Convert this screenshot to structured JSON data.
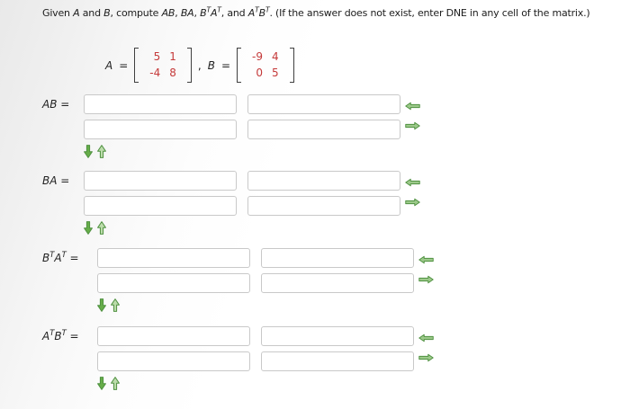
{
  "colors": {
    "text": "#1f1f1f",
    "matrix_number_red": "#c53a3a",
    "arrow_green_fill": "#9cc98a",
    "arrow_green_dark": "#66ad49",
    "arrow_up_fill": "#bcdcab",
    "arrow_green_stroke": "#4f9140",
    "input_border": "#c9c9c9",
    "bracket_color": "#3f3f3f"
  },
  "title": {
    "parts": [
      {
        "text": "Given ",
        "style": "normal"
      },
      {
        "text": "A",
        "style": "var"
      },
      {
        "text": " and ",
        "style": "normal"
      },
      {
        "text": "B",
        "style": "var"
      },
      {
        "text": ", compute ",
        "style": "normal"
      },
      {
        "text": "AB",
        "style": "var"
      },
      {
        "text": ", ",
        "style": "normal"
      },
      {
        "text": "BA",
        "style": "var"
      },
      {
        "text": ", ",
        "style": "normal"
      },
      {
        "text": "B",
        "style": "var"
      },
      {
        "text": "T",
        "style": "sup"
      },
      {
        "text": "A",
        "style": "var"
      },
      {
        "text": "T",
        "style": "sup"
      },
      {
        "text": ", and ",
        "style": "normal"
      },
      {
        "text": "A",
        "style": "var"
      },
      {
        "text": "T",
        "style": "sup"
      },
      {
        "text": "B",
        "style": "var"
      },
      {
        "text": "T",
        "style": "sup"
      },
      {
        "text": ". (If the answer does not exist, enter DNE in any cell of the matrix.)",
        "style": "normal"
      }
    ]
  },
  "given": {
    "matrix_a": {
      "name": "A",
      "eq": "=",
      "rows": [
        [
          "5",
          "1"
        ],
        [
          "-4",
          "8"
        ]
      ]
    },
    "separator": ",",
    "matrix_b": {
      "name": "B",
      "eq": "=",
      "rows": [
        [
          "-9",
          "4"
        ],
        [
          "0",
          "5"
        ]
      ]
    }
  },
  "sections": [
    {
      "key": "ab",
      "label_parts": [
        {
          "text": "A",
          "style": "var"
        },
        {
          "text": "B",
          "style": "var"
        },
        {
          "text": " = ",
          "style": "normal"
        }
      ],
      "cells": [
        [
          "",
          ""
        ],
        [
          "",
          ""
        ]
      ]
    },
    {
      "key": "ba",
      "label_parts": [
        {
          "text": "B",
          "style": "var"
        },
        {
          "text": "A",
          "style": "var"
        },
        {
          "text": " = ",
          "style": "normal"
        }
      ],
      "cells": [
        [
          "",
          ""
        ],
        [
          "",
          ""
        ]
      ]
    },
    {
      "key": "btat",
      "label_parts": [
        {
          "text": "B",
          "style": "var"
        },
        {
          "text": "T",
          "style": "sup"
        },
        {
          "text": "A",
          "style": "var"
        },
        {
          "text": "T",
          "style": "sup"
        },
        {
          "text": " = ",
          "style": "normal"
        }
      ],
      "cells": [
        [
          "",
          ""
        ],
        [
          "",
          ""
        ]
      ]
    },
    {
      "key": "atbt",
      "label_parts": [
        {
          "text": "A",
          "style": "var"
        },
        {
          "text": "T",
          "style": "sup"
        },
        {
          "text": "B",
          "style": "var"
        },
        {
          "text": "T",
          "style": "sup"
        },
        {
          "text": " = ",
          "style": "normal"
        }
      ],
      "cells": [
        [
          "",
          ""
        ],
        [
          "",
          ""
        ]
      ]
    }
  ],
  "icons": {
    "left_arrow": "left-arrow-icon",
    "right_arrow": "right-arrow-icon",
    "down_arrow": "down-arrow-icon",
    "up_arrow": "up-arrow-icon"
  }
}
